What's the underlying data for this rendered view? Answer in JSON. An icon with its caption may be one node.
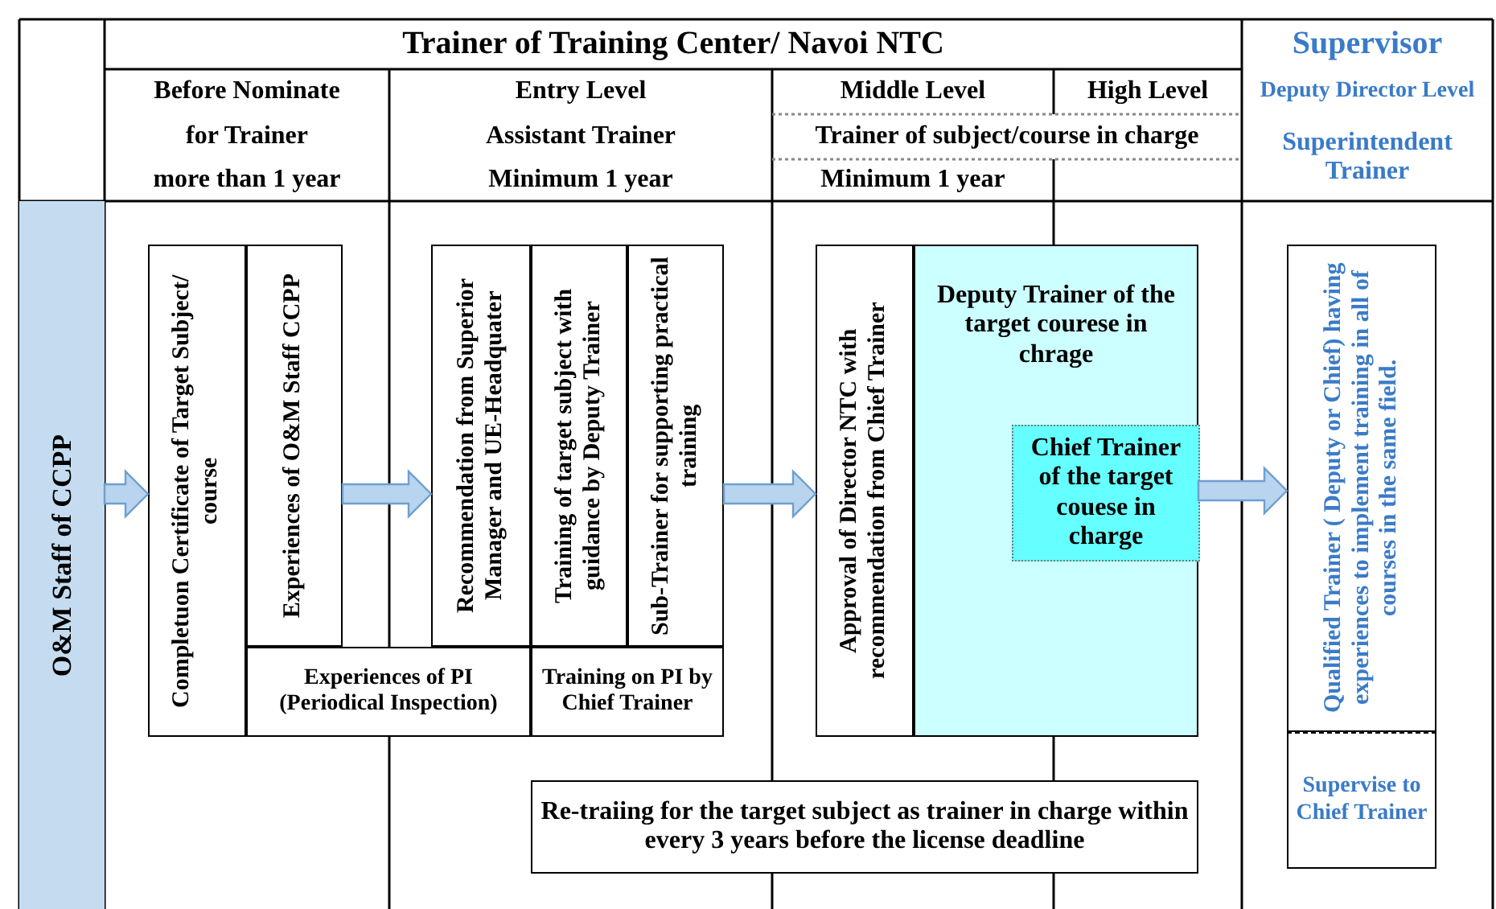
{
  "diagram": {
    "nodes": [
      {
        "text": [
          "O&M Staff of CCPP"
        ]
      },
      {
        "text": [
          "Completuon Certificate of Target Subject/ course"
        ]
      },
      {
        "text": [
          "Experiences of O&M Staff CCPP"
        ]
      },
      {
        "text": [
          "Recommendation from Superior Manager and UE-Headquater"
        ]
      },
      {
        "text": [
          "Training of target subject with guidance by Deputy Trainer"
        ]
      },
      {
        "text": [
          "Sub-Trainer for supporting practical training"
        ]
      },
      {
        "text": [
          "Experiences of PI (Periodical Inspection)"
        ]
      },
      {
        "text": [
          "Training on PI by Chief Trainer"
        ]
      },
      {
        "text": [
          "Approval of Director NTC with recommendation from Chief Trainer"
        ]
      },
      {
        "text": [
          "Deputy Trainer of the target courese in chrage"
        ]
      },
      {
        "text": [
          "Chief Trainer of the target couese in charge"
        ],
        "in": 9
      },
      {
        "text": [
          "Qualified Trainer ( Deputy or Chief) having experiences to implement training in all of courses in the same field."
        ]
      },
      {
        "text": [
          "Supervise to Chief Trainer"
        ]
      },
      {
        "text": [
          "Re-traiing for the target subject as trainer in charge within every 3 years before the license deadline"
        ]
      }
    ],
    "edges": [
      {
        "from": 0,
        "to": 1,
        "arrow": "to"
      },
      {
        "from": 2,
        "to": 3,
        "arrow": "to"
      },
      {
        "from": 5,
        "to": 8,
        "arrow": "to"
      },
      {
        "from": 10,
        "to": 11,
        "arrow": "to"
      }
    ],
    "labels": [
      "Trainer of Training Center/ Navoi NTC",
      "Supervisor",
      "Before Nominate",
      "Entry Level",
      "Middle Level",
      "High Level",
      "Deputy Director Level",
      "for Trainer",
      "Assistant Trainer",
      "Trainer of subject/course in charge",
      "Superintendent Trainer",
      "more than 1 year",
      "Minimum 1 year",
      "Minimum 1 year"
    ]
  }
}
